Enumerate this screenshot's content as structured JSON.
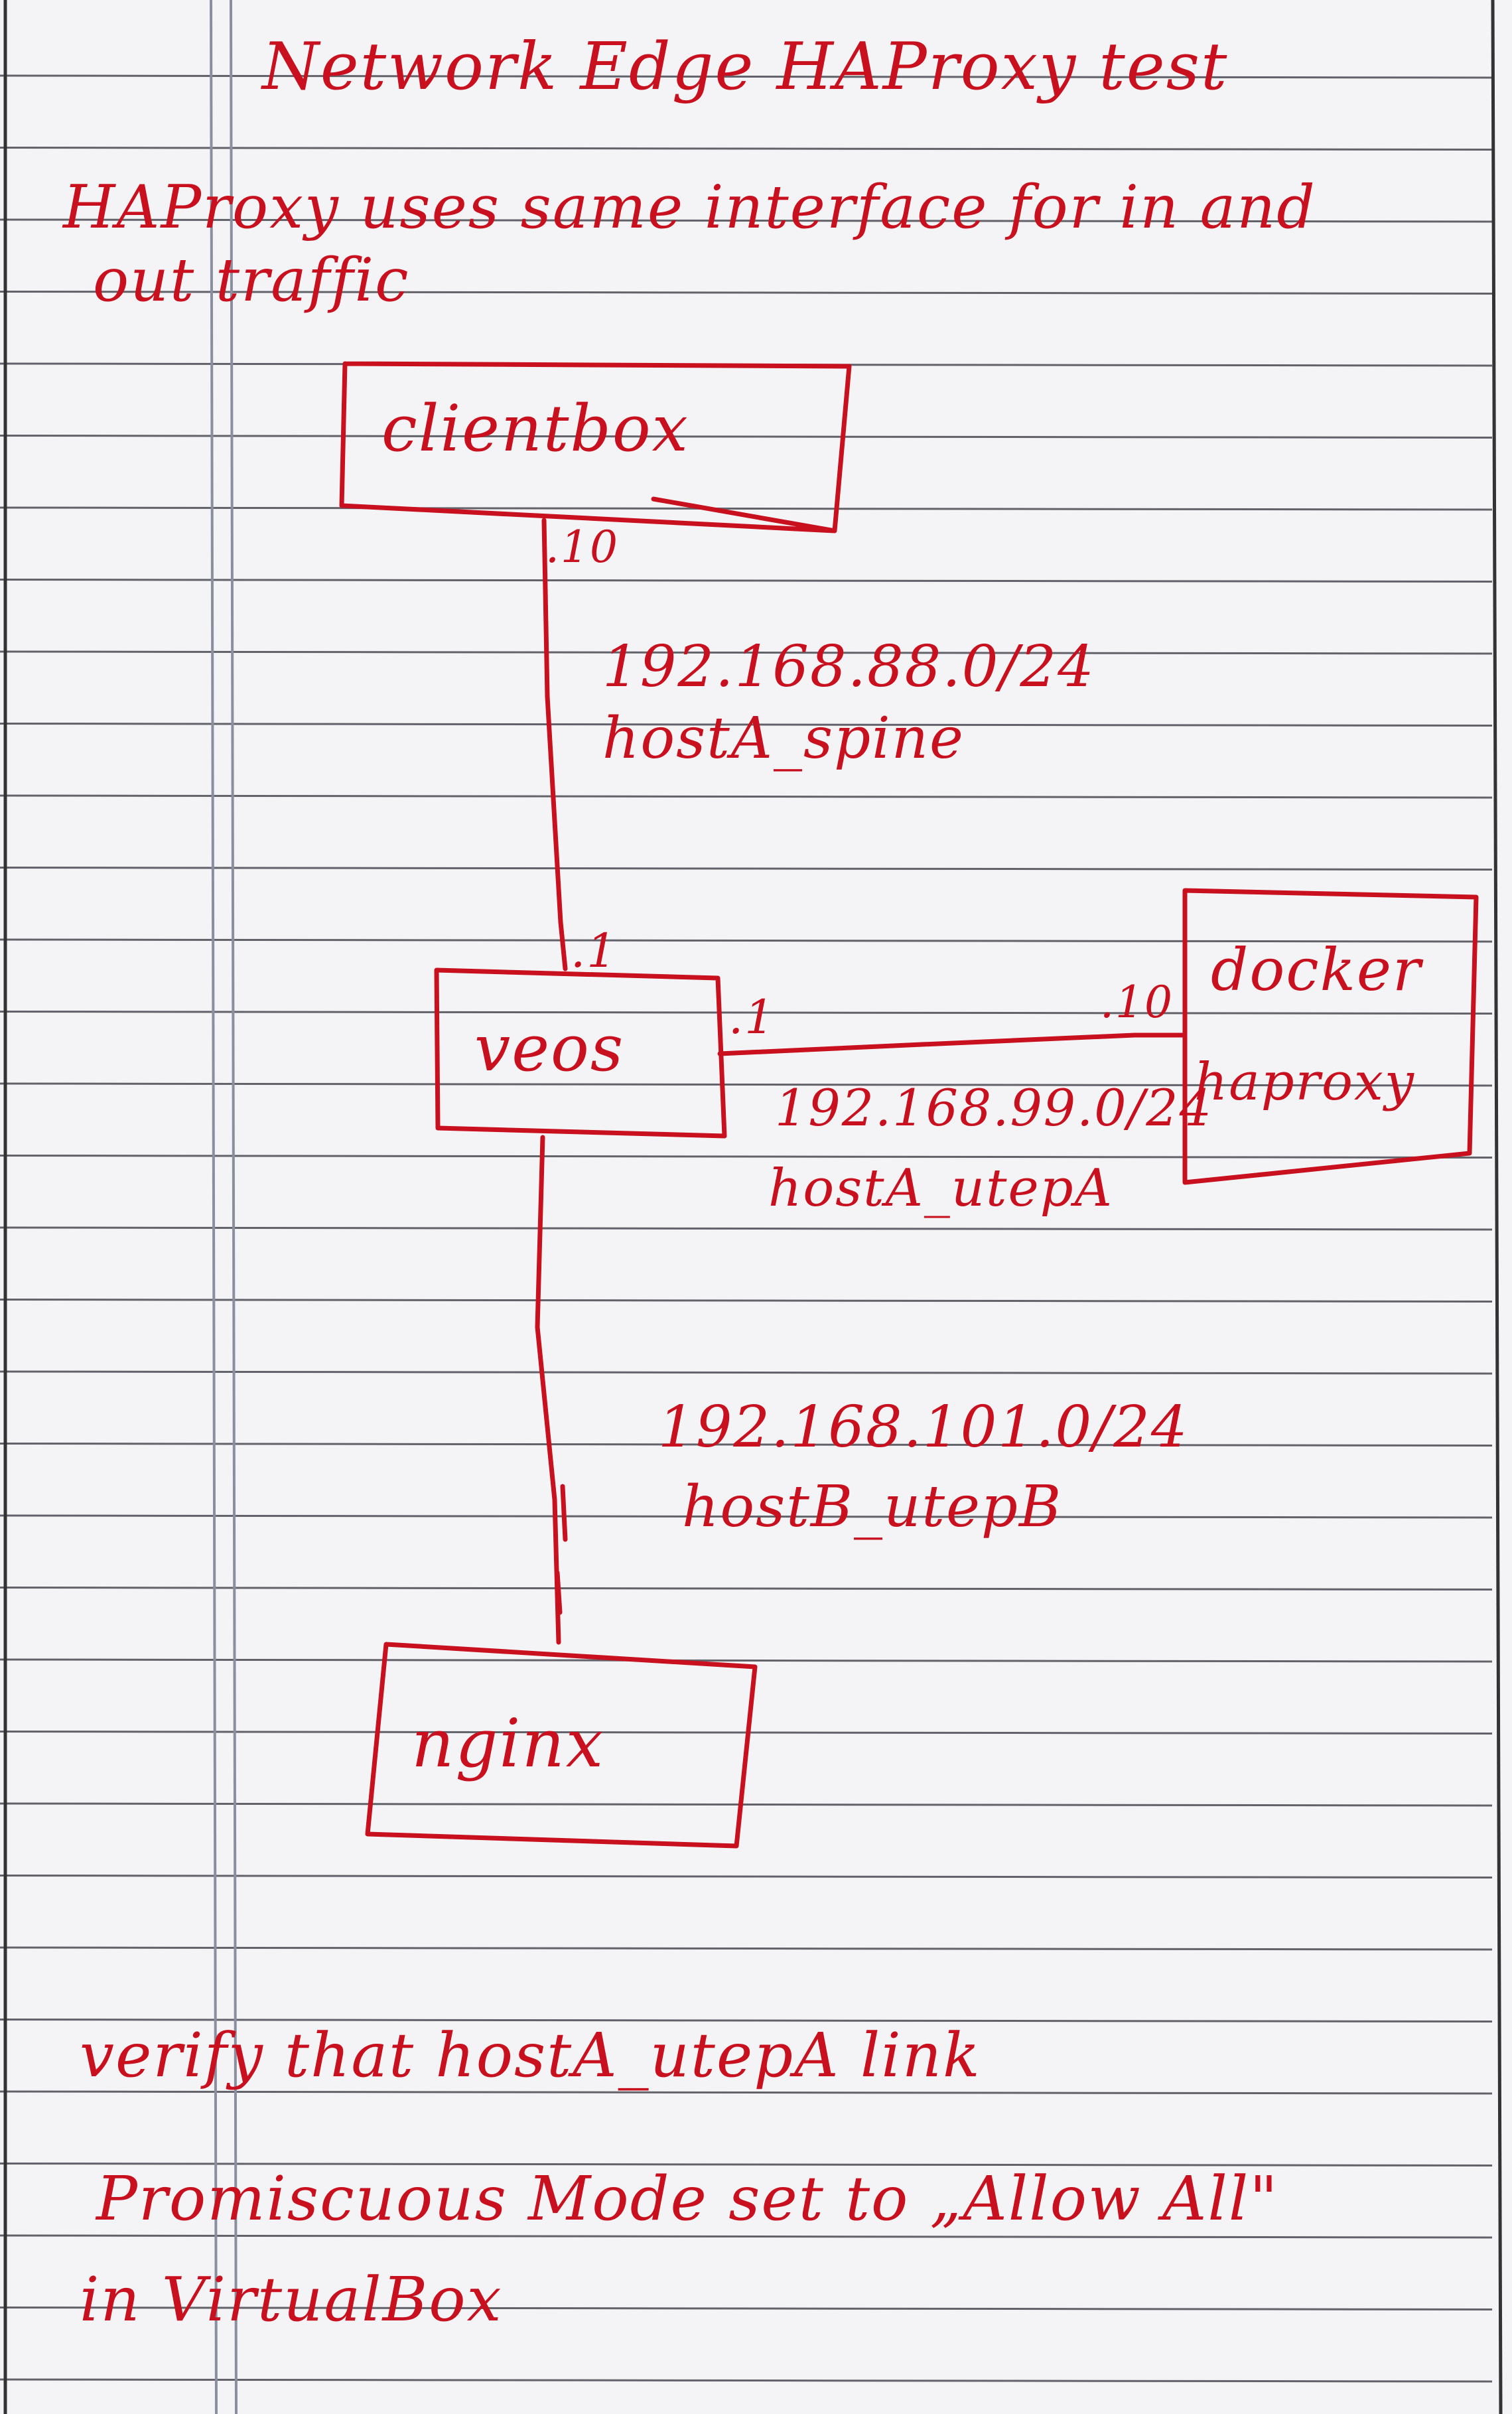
{
  "title": "Network Edge HAProxy test",
  "note": {
    "line1": "HAProxy uses same interface for in and",
    "line2": "out traffic"
  },
  "nodes": {
    "clientbox": "clientbox",
    "veos": "veos",
    "docker": "docker",
    "haproxy": "haproxy",
    "nginx": "nginx"
  },
  "links": {
    "spine": {
      "subnet": "192.168.88.0/24",
      "name": "hostA_spine",
      "client_ip": ".10",
      "veos_ip": ".1"
    },
    "utepA": {
      "subnet": "192.168.99.0/24",
      "name": "hostA_utepA",
      "veos_ip": ".1",
      "docker_ip": ".10"
    },
    "utepB": {
      "subnet": "192.168.101.0/24",
      "name": "hostB_utepB"
    }
  },
  "footer": {
    "verify": "verify that hostA_utepA link",
    "promisc_line1": "Promiscuous Mode set to „Allow All\"",
    "promisc_line2": "in VirtualBox"
  },
  "colors": {
    "ink": "#c8101e",
    "rule": "#2a2a35",
    "margin": "#8a8fa0",
    "paper": "#f4f4f6"
  }
}
